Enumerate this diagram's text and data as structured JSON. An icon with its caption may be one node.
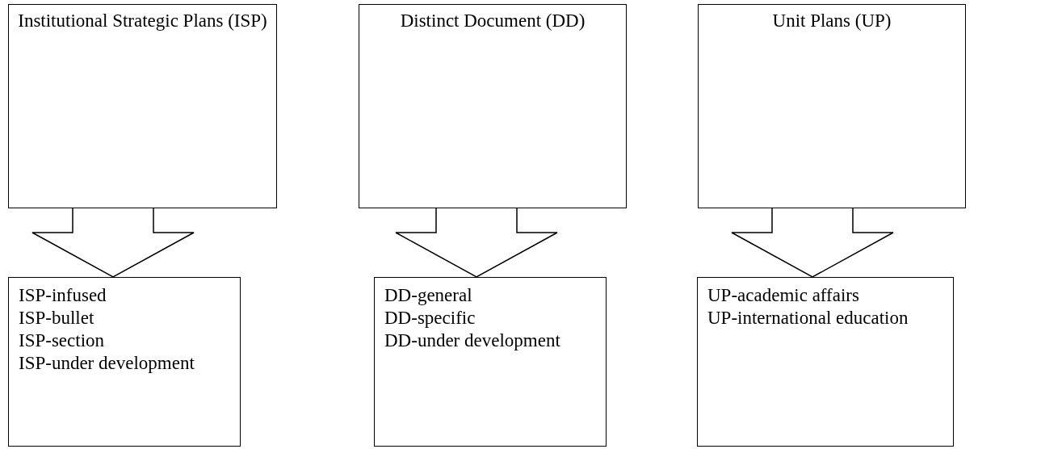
{
  "diagram": {
    "nodes": [
      {
        "text": [
          "Institutional Strategic Plans (ISP)"
        ]
      },
      {
        "text": [
          "Distinct Document (DD)"
        ]
      },
      {
        "text": [
          "Unit Plans (UP)"
        ]
      },
      {
        "text": [
          "ISP-infused",
          "ISP-bullet",
          "ISP-section",
          "ISP-under development"
        ]
      },
      {
        "text": [
          "DD-general",
          "DD-specific",
          "DD-under development"
        ]
      },
      {
        "text": [
          "UP-academic affairs",
          "UP-international education"
        ]
      }
    ],
    "edges": [
      {
        "from": 0,
        "to": 3,
        "arrow": "to"
      },
      {
        "from": 1,
        "to": 4,
        "arrow": "to"
      },
      {
        "from": 2,
        "to": 5,
        "arrow": "to"
      }
    ]
  }
}
